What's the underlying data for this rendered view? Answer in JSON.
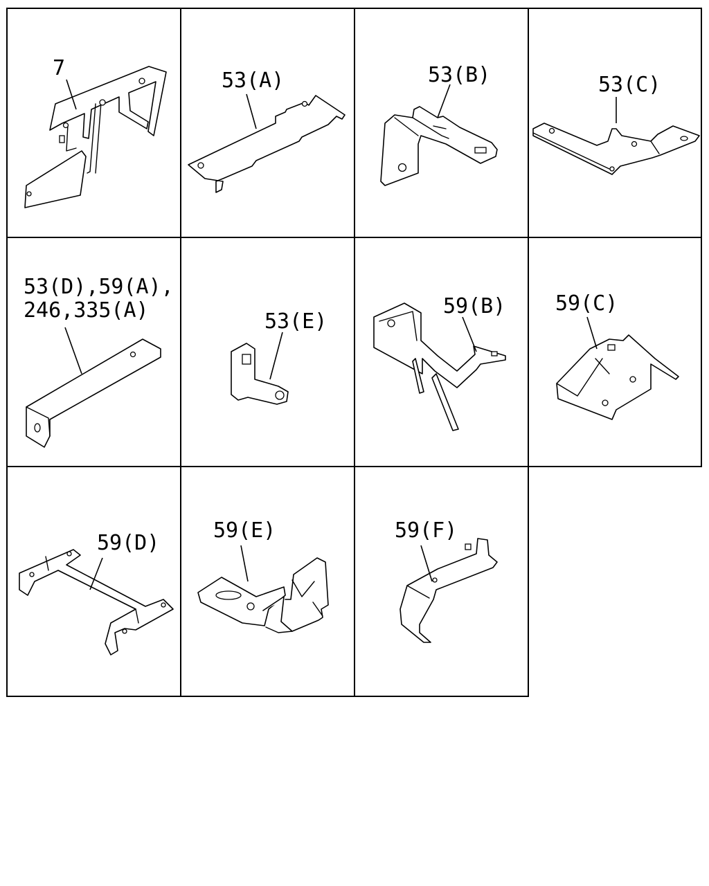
{
  "panels": [
    {
      "id": "p1",
      "label_lines": [
        "7"
      ]
    },
    {
      "id": "p2",
      "label_lines": [
        "53(A)"
      ]
    },
    {
      "id": "p3",
      "label_lines": [
        "53(B)"
      ]
    },
    {
      "id": "p4",
      "label_lines": [
        "53(C)"
      ]
    },
    {
      "id": "p5",
      "label_lines": [
        "53(D),59(A),",
        "246,335(A)"
      ]
    },
    {
      "id": "p6",
      "label_lines": [
        "53(E)"
      ]
    },
    {
      "id": "p7",
      "label_lines": [
        "59(B)"
      ]
    },
    {
      "id": "p8",
      "label_lines": [
        "59(C)"
      ]
    },
    {
      "id": "p9",
      "label_lines": [
        "59(D)"
      ]
    },
    {
      "id": "p10",
      "label_lines": [
        "59(E)"
      ]
    },
    {
      "id": "p11",
      "label_lines": [
        "59(F)"
      ]
    }
  ]
}
